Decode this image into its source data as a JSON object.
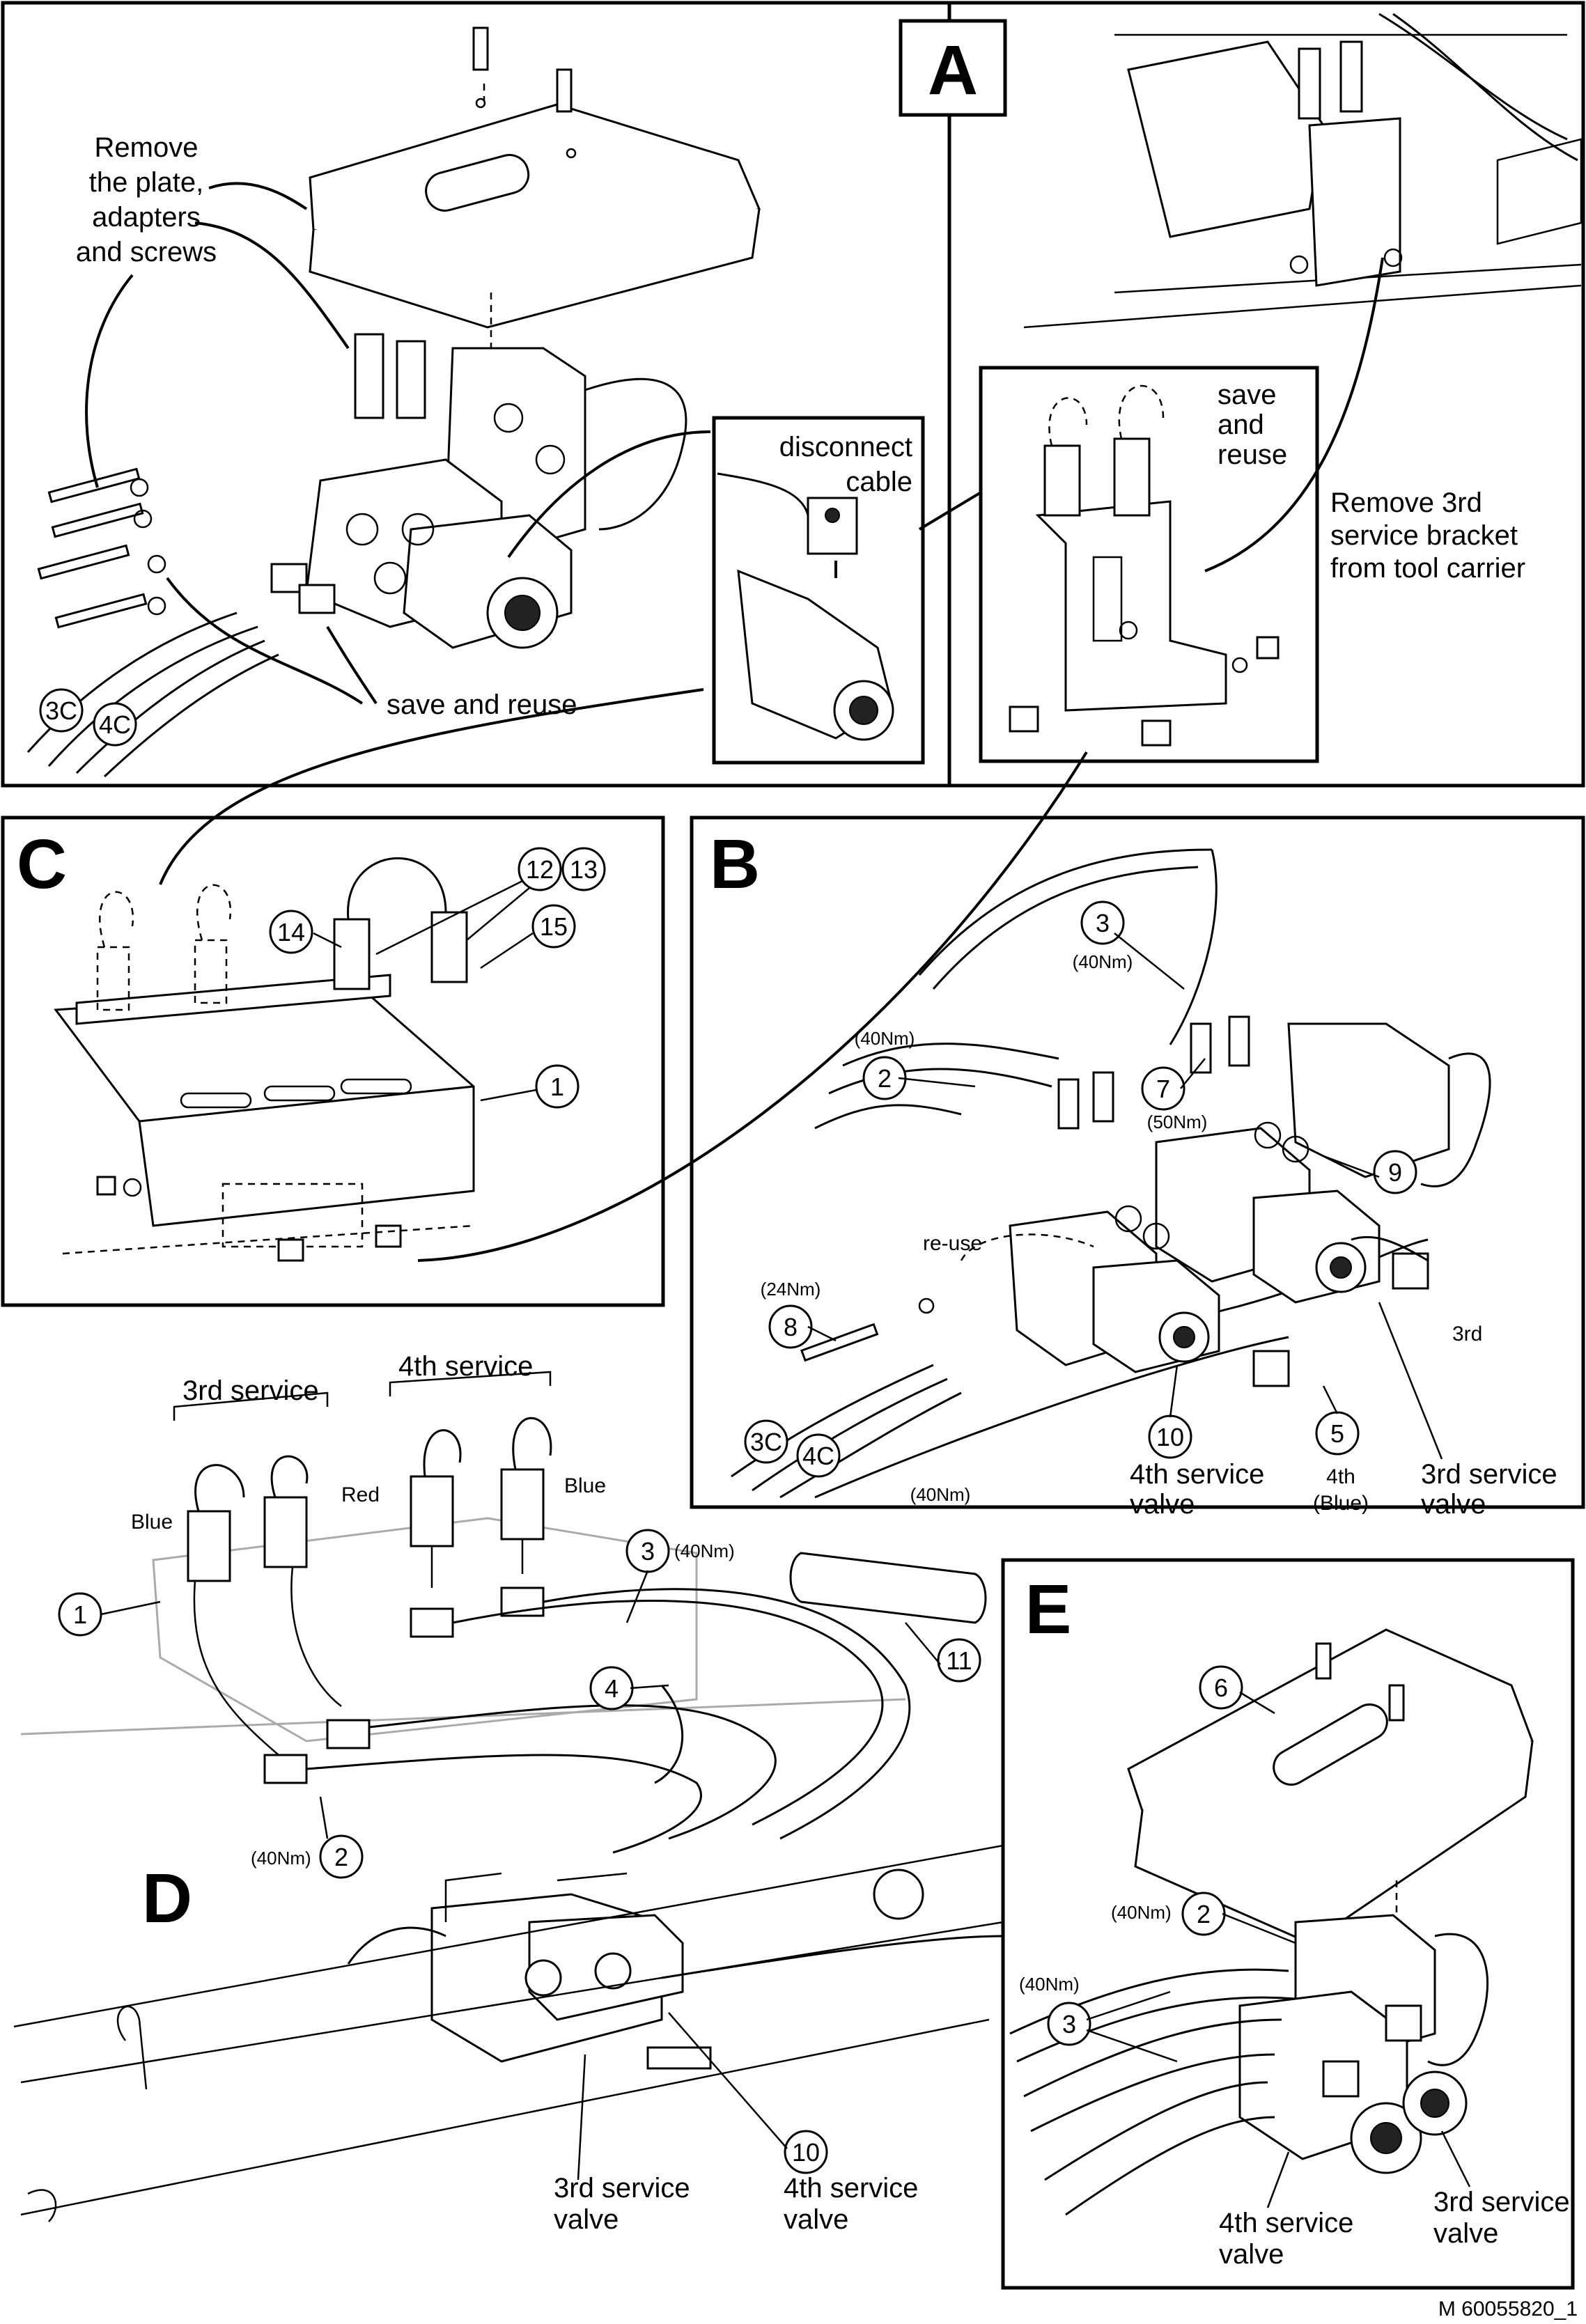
{
  "panels": {
    "A": "A",
    "B": "B",
    "C": "C",
    "D": "D",
    "E": "E"
  },
  "panel_a": {
    "remove_text": [
      "Remove",
      "the plate,",
      "adapters",
      "and screws"
    ],
    "save_reuse": "save and reuse",
    "disconnect": [
      "disconnect",
      "cable"
    ],
    "save_and_reuse": [
      "save",
      "and",
      "reuse"
    ],
    "remove_bracket": [
      "Remove 3rd",
      "service bracket",
      "from tool carrier"
    ],
    "hose_3c": "3C",
    "hose_4c": "4C"
  },
  "panel_b": {
    "torque_40_top": "(40Nm)",
    "torque_40_left": "(40Nm)",
    "torque_50": "(50Nm)",
    "torque_24": "(24Nm)",
    "torque_40_bottom": "(40Nm)",
    "reuse": "re-use",
    "label_3rd": "3rd",
    "label_4th": "4th",
    "label_blue": "(Blue)",
    "valve_4th": [
      "4th service",
      "valve"
    ],
    "valve_3rd": [
      "3rd service",
      "valve"
    ],
    "hose_3c": "3C",
    "hose_4c": "4C",
    "callouts": [
      "3",
      "2",
      "7",
      "9",
      "8",
      "10",
      "5"
    ]
  },
  "panel_c": {
    "callouts": [
      "12",
      "13",
      "14",
      "15",
      "1"
    ]
  },
  "panel_d": {
    "service_3rd": "3rd service",
    "service_4th": "4th service",
    "blue_left": "Blue",
    "red": "Red",
    "blue_right": "Blue",
    "torque_top": "(40Nm)",
    "torque_bottom": "(40Nm)",
    "valve_3rd": [
      "3rd service",
      "valve"
    ],
    "valve_4th": [
      "4th service",
      "valve"
    ],
    "callouts": [
      "1",
      "3",
      "11",
      "4",
      "2",
      "10"
    ]
  },
  "panel_e": {
    "torque_2": "(40Nm)",
    "torque_3": "(40Nm)",
    "valve_4th": [
      "4th service",
      "valve"
    ],
    "valve_3rd": [
      "3rd service",
      "valve"
    ],
    "callouts": [
      "6",
      "2",
      "3"
    ]
  },
  "footer": "M 60055820_1"
}
